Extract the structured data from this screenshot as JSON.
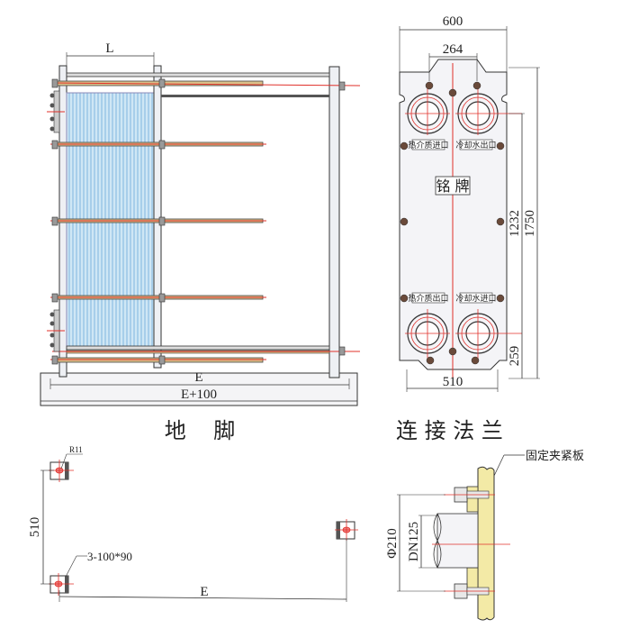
{
  "colors": {
    "line": "#2a2a2a",
    "frame_fill": "#eef0f4",
    "plate_pack": "#bfe0f2",
    "plate_line": "#6fa8d6",
    "center_line": "#e0302a",
    "bolt_highlight": "#e8b040",
    "clamp_plate": "#f3eaa6"
  },
  "side_view": {
    "dim_L": "L",
    "dim_E": "E",
    "dim_E100": "E+100"
  },
  "front_view": {
    "dim_width": "600",
    "dim_port_spacing": "264",
    "dim_port_vertical": "1232",
    "dim_height": "1750",
    "dim_bottom_port": "259",
    "dim_foot_spacing": "510",
    "port_labels": {
      "top_left": "热介质进口",
      "top_right": "冷却水出口",
      "bottom_left": "热介质出口",
      "bottom_right": "冷却水进口"
    },
    "nameplate": "铭 牌"
  },
  "foot_view": {
    "title": "地    脚",
    "radius_label": "R11",
    "pad_label": "3-100*90",
    "dim_vertical": "510",
    "dim_horizontal": "E"
  },
  "flange_view": {
    "title": "连 接 法 兰",
    "clamp_label": "固定夹紧板",
    "dim_outer": "Φ210",
    "dim_nominal": "DN125"
  }
}
